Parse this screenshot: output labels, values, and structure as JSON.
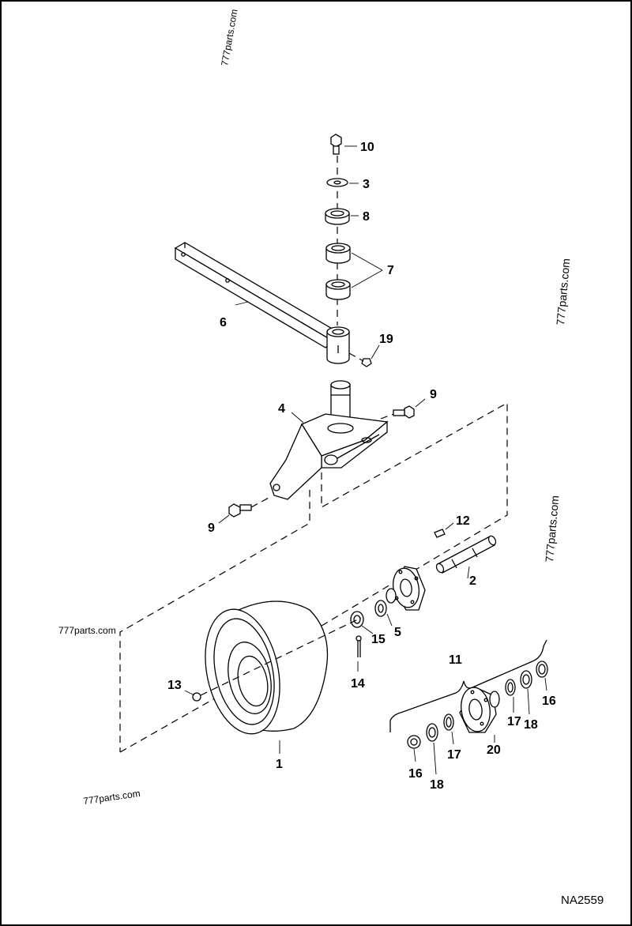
{
  "drawing_code": "NA2559",
  "watermarks": [
    "777parts.com",
    "777parts.com",
    "777parts.com",
    "777parts.com",
    "777parts.com"
  ],
  "callouts": {
    "c1": "1",
    "c2": "2",
    "c3": "3",
    "c4": "4",
    "c5": "5",
    "c6": "6",
    "c7": "7",
    "c8": "8",
    "c9a": "9",
    "c9b": "9",
    "c10": "10",
    "c11": "11",
    "c12": "12",
    "c13": "13",
    "c14": "14",
    "c15": "15",
    "c16a": "16",
    "c16b": "16",
    "c17a": "17",
    "c17b": "17",
    "c18a": "18",
    "c18b": "18",
    "c19": "19",
    "c20": "20"
  }
}
